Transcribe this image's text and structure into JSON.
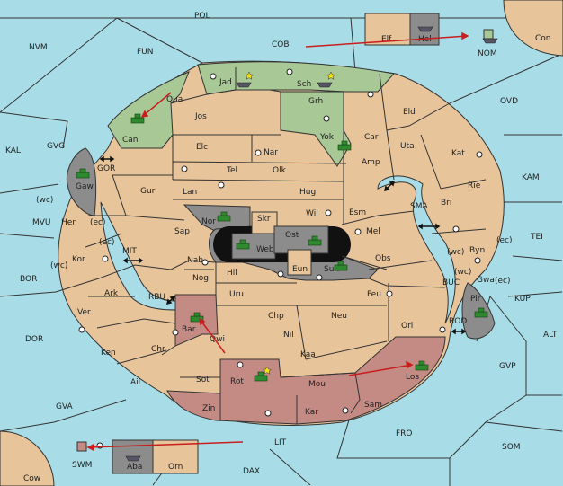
{
  "colors": {
    "sea": "#a8dde8",
    "land": "#e7c49a",
    "green": "#a8c896",
    "red": "#c48a84",
    "gray": "#8c8c8c",
    "border": "#333333",
    "order_arrow": "#c81e1e",
    "unit_green": "#2f8a2f"
  },
  "sea_labels": {
    "pol": "POL",
    "nvm": "NVM",
    "fun": "FUN",
    "cob": "COB",
    "con": "Con",
    "nom": "NOM",
    "ovd": "OVD",
    "kal": "KAL",
    "gvg": "GVG",
    "gor": "GOR",
    "kam": "KAM",
    "mvu": "MVU",
    "mit": "MIT",
    "sma": "SMA",
    "tei": "TEI",
    "bor": "BOR",
    "rbu": "RBU",
    "buc": "BUC",
    "kup": "KUP",
    "dor": "DOR",
    "rod": "ROD",
    "alt": "ALT",
    "gvp": "GVP",
    "gva": "GVA",
    "fro": "FRO",
    "som": "SOM",
    "lit": "LIT",
    "swm": "SWM",
    "cow": "Cow",
    "dax": "DAX"
  },
  "land_labels": {
    "elf": "Elf",
    "hel": "Hel",
    "jad": "Jad",
    "sch": "Sch",
    "qua": "Qua",
    "jos": "Jos",
    "grh": "Grh",
    "eld": "Eld",
    "can": "Can",
    "yok": "Yok",
    "car": "Car",
    "nar": "Nar",
    "elc": "Elc",
    "uta": "Uta",
    "kat": "Kat",
    "tel": "Tel",
    "olk": "Olk",
    "amp": "Amp",
    "gaw": "Gaw",
    "gur": "Gur",
    "lan": "Lan",
    "hug": "Hug",
    "rie": "Rie",
    "bri": "Bri",
    "wil": "Wil",
    "esm": "Esm",
    "nor": "Nor",
    "skr": "Skr",
    "her": "Her",
    "sap": "Sap",
    "ost": "Ost",
    "mel": "Mel",
    "web": "Web",
    "byn": "Byn",
    "kor": "Kor",
    "nab": "Nab",
    "eun": "Eun",
    "obs": "Obs",
    "sun": "Sun",
    "hil": "Hil",
    "gwa": "Gwa",
    "nog": "Nog",
    "ark": "Ark",
    "uru": "Uru",
    "feu": "Feu",
    "pir": "Pir",
    "ver": "Ver",
    "chp": "Chp",
    "neu": "Neu",
    "bar": "Bar",
    "orl": "Orl",
    "nil": "Nil",
    "qwi": "Qwi",
    "ken": "Ken",
    "chr": "Chr",
    "kaa": "Kaa",
    "los": "Los",
    "rot": "Rot",
    "ail": "Ail",
    "sot": "Sot",
    "mou": "Mou",
    "zin": "Zin",
    "sam": "Sam",
    "kar": "Kar",
    "aba": "Aba",
    "orn": "Orn"
  },
  "coast_labels": {
    "wc1": "(wc)",
    "ec1": "(ec)",
    "ec2": "(ec)",
    "wc2": "(wc)",
    "wc3": "(wc)",
    "ec3": "(ec)",
    "wc4": "(wc)",
    "ec4": "(ec)"
  }
}
